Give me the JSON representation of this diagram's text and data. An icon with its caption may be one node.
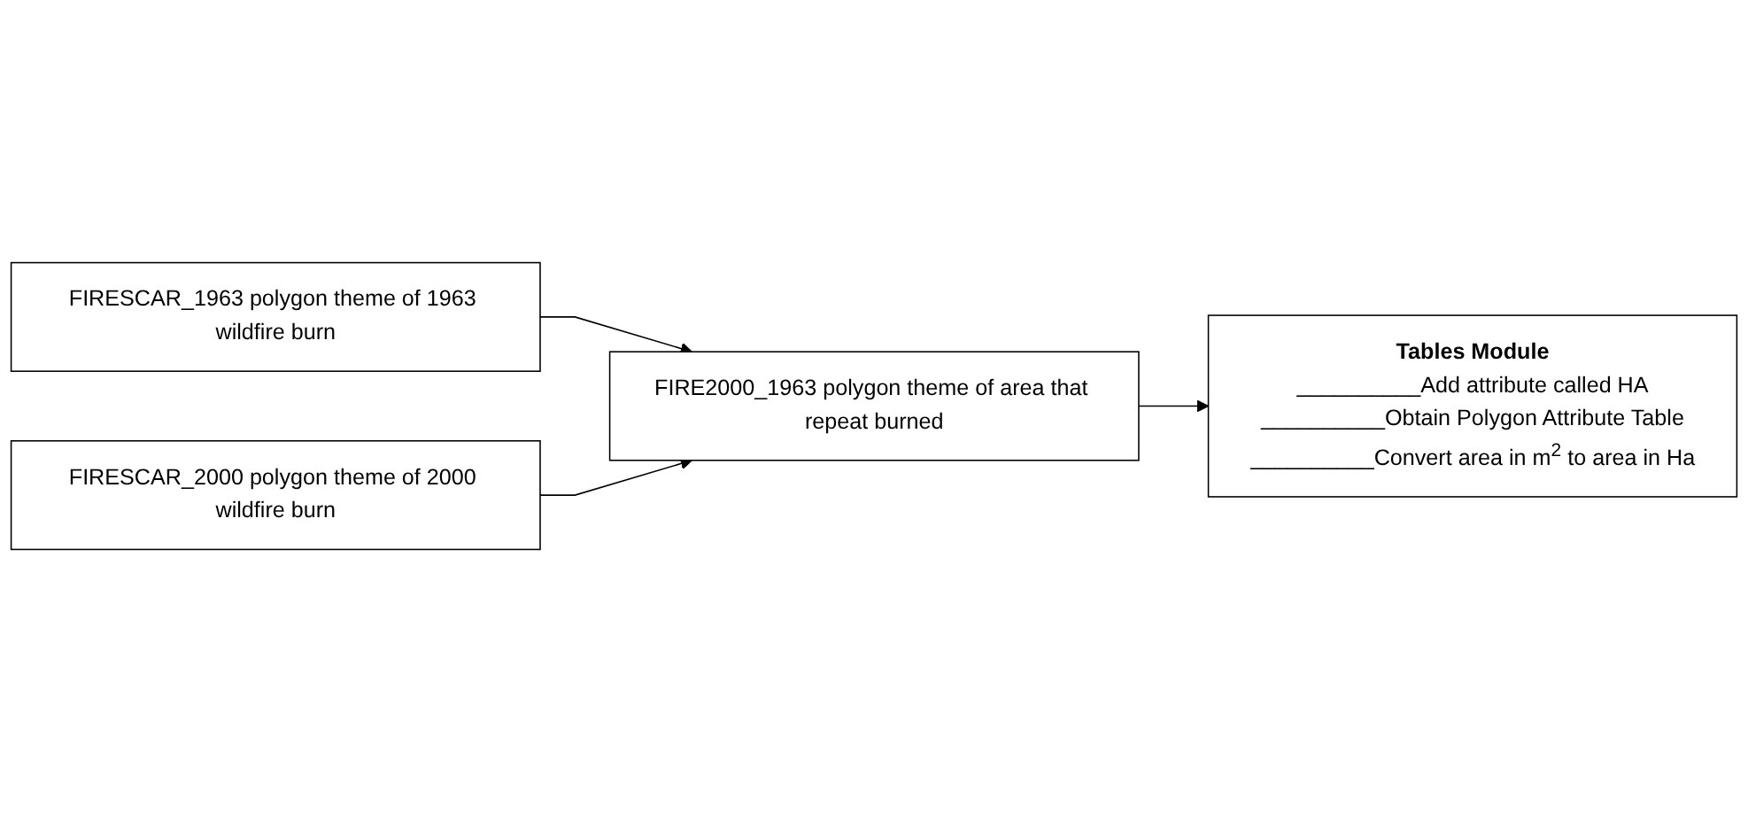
{
  "diagram": {
    "nodes": [
      {
        "text": [
          "FIRESCAR_1963 polygon theme of 1963 wildfire burn"
        ]
      },
      {
        "text": [
          "FIRESCAR_2000 polygon theme of 2000 wildfire burn"
        ]
      },
      {
        "text": [
          "FIRE2000_1963 polygon theme of area that repeat burned"
        ]
      },
      {
        "text": [
          "Tables Module",
          "__________Add attribute called HA",
          "__________Obtain Polygon Attribute Table",
          "__________Convert area in m$^{2}$ to area in Ha"
        ]
      }
    ],
    "edges": [
      {
        "from": 0,
        "to": 2,
        "arrow": "to"
      },
      {
        "from": 1,
        "to": 2,
        "arrow": "to"
      },
      {
        "from": 2,
        "to": 3,
        "arrow": "to"
      }
    ]
  }
}
